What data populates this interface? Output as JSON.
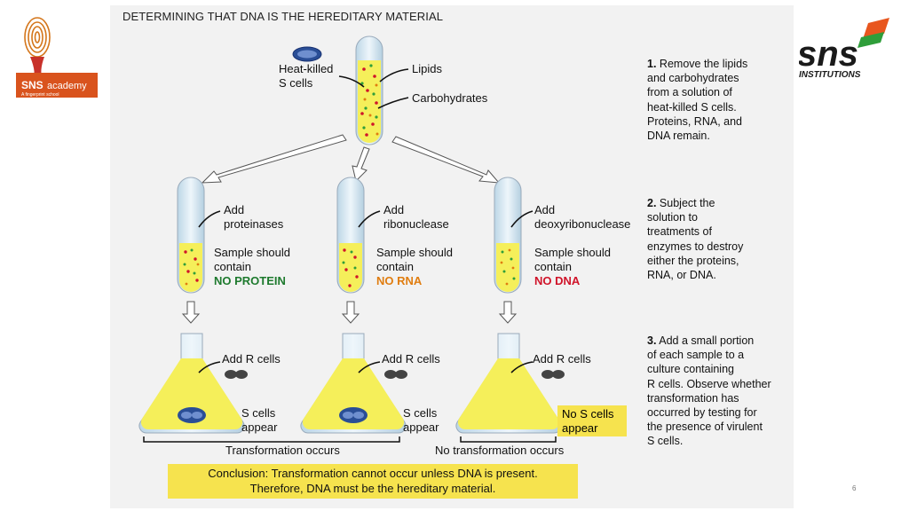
{
  "title": "DETERMINING THAT DNA IS THE HEREDITARY MATERIAL",
  "top_tube": {
    "heat_killed_line1": "Heat-killed",
    "heat_killed_line2": "S cells",
    "lipids": "Lipids",
    "carbohydrates": "Carbohydrates"
  },
  "steps": [
    {
      "number": "1.",
      "lines": [
        "Remove the lipids",
        "and carbohydrates",
        "from a solution of",
        "heat-killed S cells.",
        "Proteins, RNA, and",
        "DNA remain."
      ]
    },
    {
      "number": "2.",
      "lines": [
        "Subject the",
        "solution to",
        "treatments of",
        "enzymes to destroy",
        "either the proteins,",
        "RNA, or DNA."
      ]
    },
    {
      "number": "3.",
      "lines": [
        "Add a small portion",
        "of each sample to a",
        "culture containing",
        "R cells. Observe whether",
        "transformation has",
        "occurred by testing for",
        "the presence of virulent",
        "S cells."
      ]
    }
  ],
  "tubes": [
    {
      "add": "Add",
      "enzyme": "proteinases",
      "sample1": "Sample should",
      "sample2": "contain",
      "result": "NO PROTEIN",
      "result_color": "#1e7a2e"
    },
    {
      "add": "Add",
      "enzyme": "ribonuclease",
      "sample1": "Sample should",
      "sample2": "contain",
      "result": "NO RNA",
      "result_color": "#e07d10"
    },
    {
      "add": "Add",
      "enzyme": "deoxyribonuclease",
      "sample1": "Sample should",
      "sample2": "contain",
      "result": "NO DNA",
      "result_color": "#d0142a"
    }
  ],
  "flasks": [
    {
      "add_label": "Add R cells",
      "result1": "S cells",
      "result2": "appear"
    },
    {
      "add_label": "Add R cells",
      "result1": "S cells",
      "result2": "appear"
    },
    {
      "add_label": "Add R cells",
      "result1": "No S cells",
      "result2": "appear"
    }
  ],
  "transformation_occurs": "Transformation occurs",
  "no_transformation": "No transformation occurs",
  "conclusion_line1": "Conclusion: Transformation cannot occur unless DNA is present.",
  "conclusion_line2": "Therefore, DNA must be the hereditary material.",
  "logo_left": {
    "brand": "SNS",
    "academy": "academy",
    "tagline": "A fingerprint school"
  },
  "logo_right": {
    "brand": "sns",
    "sub": "INSTITUTIONS"
  },
  "page_number": "6",
  "colors": {
    "liquid": "#f5ef5a",
    "glass": "#cfe3ef",
    "panel": "#f2f2f2",
    "highlight": "#f6e34e",
    "brand_orange": "#e8561e",
    "brand_green": "#2f9e3a"
  }
}
